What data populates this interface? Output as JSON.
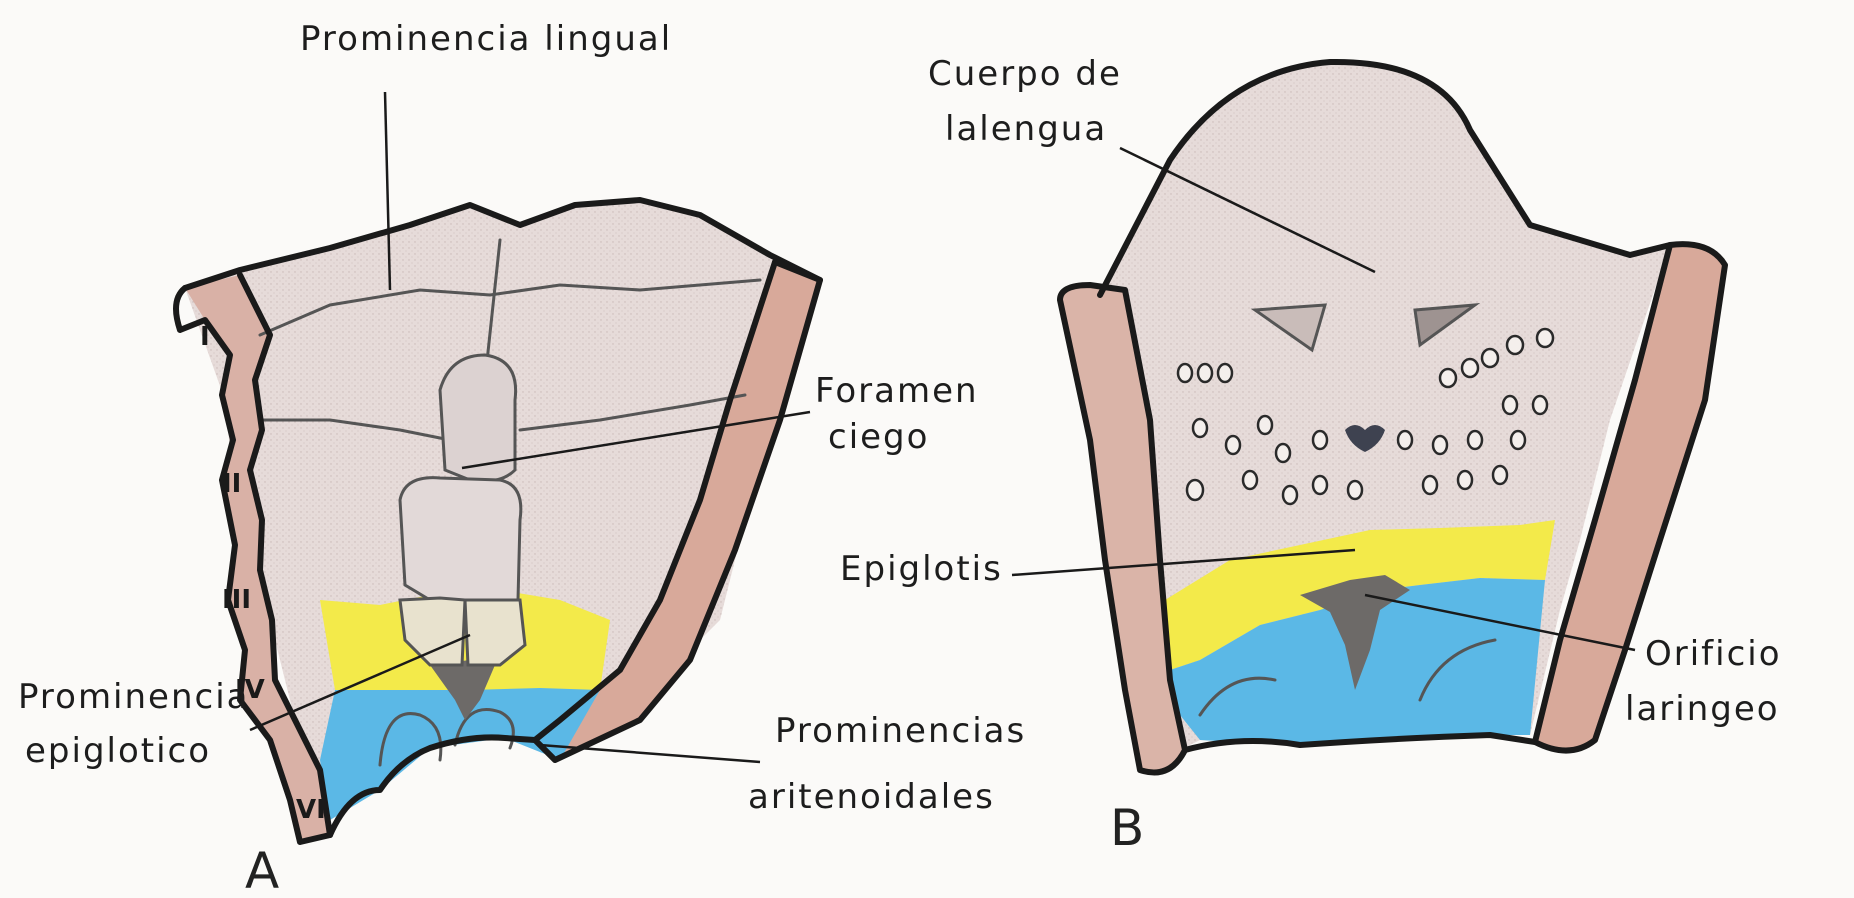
{
  "figure_a": {
    "letter": "A",
    "labels": {
      "prominencia_lingual": "Prominencia lingual",
      "foramen_line1": "Foramen",
      "foramen_line2": "ciego",
      "epiglotica_line1": "Prominencia",
      "epiglotica_line2": "epiglotico",
      "aritenoidales_line1": "Prominencias",
      "aritenoidales_line2": "aritenoidales"
    },
    "arches": [
      "I",
      "II",
      "III",
      "IV",
      "VI"
    ]
  },
  "figure_b": {
    "letter": "B",
    "labels": {
      "cuerpo_line1": "Cuerpo de",
      "cuerpo_line2": "lalengua",
      "epiglotis": "Epiglotis",
      "orificio_line1": "Orificio",
      "orificio_line2": "laringeo"
    }
  },
  "colors": {
    "tissue": "#e4d8d6",
    "arch": "#d8a99a",
    "epiglottis": "#f3ea4a",
    "arytenoid": "#5bb8e6",
    "opening": "#6d6a68",
    "outline": "#1a1a1a"
  }
}
